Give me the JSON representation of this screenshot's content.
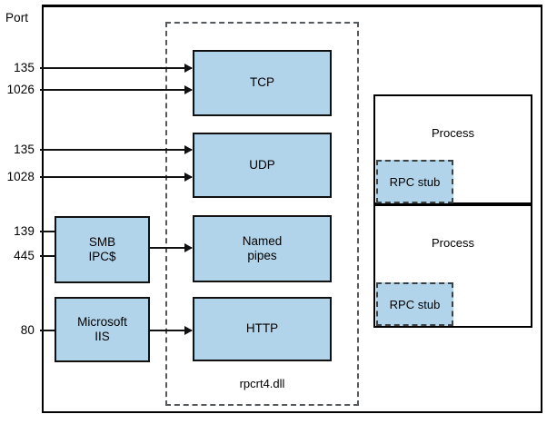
{
  "diagram": {
    "title_label": "Port",
    "rpc_region_label": "rpcrt4.dll",
    "colors": {
      "blue_fill": "#b2d4ea",
      "stroke": "#111111",
      "dashed_stroke": "#55595c",
      "background": "#ffffff"
    }
  },
  "ports": [
    {
      "value": "135",
      "target": "TCP"
    },
    {
      "value": "1026",
      "target": "TCP"
    },
    {
      "value": "135",
      "target": "UDP"
    },
    {
      "value": "1028",
      "target": "UDP"
    },
    {
      "value": "139",
      "target": "SMB IPC$"
    },
    {
      "value": "445",
      "target": "SMB IPC$"
    },
    {
      "value": "80",
      "target": "Microsoft IIS"
    }
  ],
  "services": [
    {
      "line1": "SMB",
      "line2": "IPC$"
    },
    {
      "line1": "Microsoft",
      "line2": "IIS"
    }
  ],
  "transports": [
    {
      "line1": "TCP",
      "line2": ""
    },
    {
      "line1": "UDP",
      "line2": ""
    },
    {
      "line1": "Named",
      "line2": "pipes"
    },
    {
      "line1": "HTTP",
      "line2": ""
    }
  ],
  "processes": [
    {
      "title": "Process",
      "stub_label": "RPC stub"
    },
    {
      "title": "Process",
      "stub_label": "RPC stub"
    }
  ]
}
